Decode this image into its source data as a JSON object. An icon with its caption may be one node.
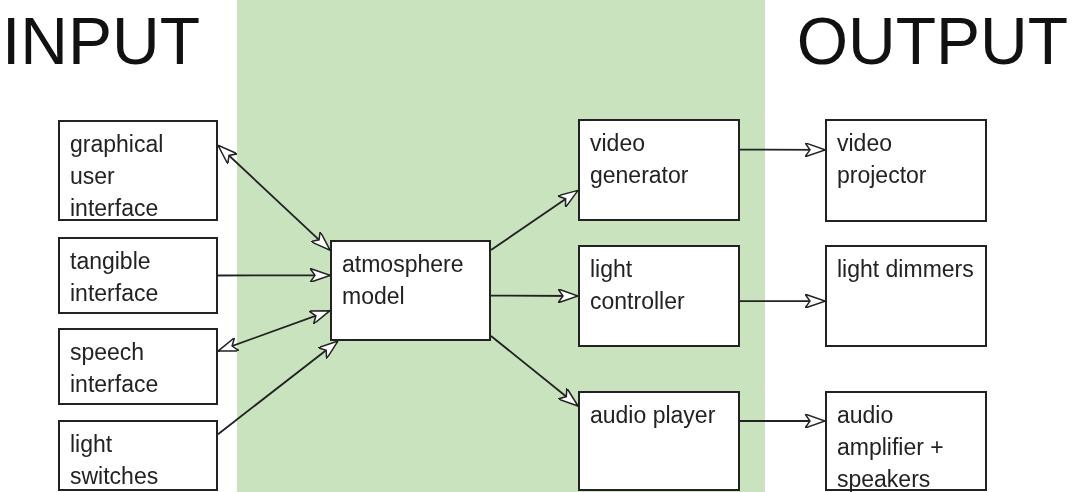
{
  "diagram": {
    "nodes": [
      {
        "text": [
          "graphical user interface"
        ]
      },
      {
        "text": [
          "tangible interface"
        ]
      },
      {
        "text": [
          "speech interface"
        ]
      },
      {
        "text": [
          "light switches"
        ]
      },
      {
        "text": [
          "atmosphere model"
        ]
      },
      {
        "text": [
          "video generator"
        ]
      },
      {
        "text": [
          "light controller"
        ]
      },
      {
        "text": [
          "audio player"
        ]
      },
      {
        "text": [
          "video projector"
        ]
      },
      {
        "text": [
          "light dimmers"
        ]
      },
      {
        "text": [
          "audio amplifier + speakers"
        ]
      }
    ],
    "edges": [
      {
        "from": 0,
        "to": 4,
        "arrow": "both"
      },
      {
        "from": 1,
        "to": 4,
        "arrow": "to"
      },
      {
        "from": 2,
        "to": 4,
        "arrow": "both"
      },
      {
        "from": 3,
        "to": 4,
        "arrow": "to"
      },
      {
        "from": 4,
        "to": 5,
        "arrow": "to"
      },
      {
        "from": 4,
        "to": 6,
        "arrow": "to"
      },
      {
        "from": 4,
        "to": 7,
        "arrow": "to"
      },
      {
        "from": 5,
        "to": 8,
        "arrow": "to"
      },
      {
        "from": 6,
        "to": 9,
        "arrow": "to"
      },
      {
        "from": 7,
        "to": 10,
        "arrow": "to"
      }
    ],
    "labels": [
      "INPUT",
      "OUTPUT"
    ]
  }
}
